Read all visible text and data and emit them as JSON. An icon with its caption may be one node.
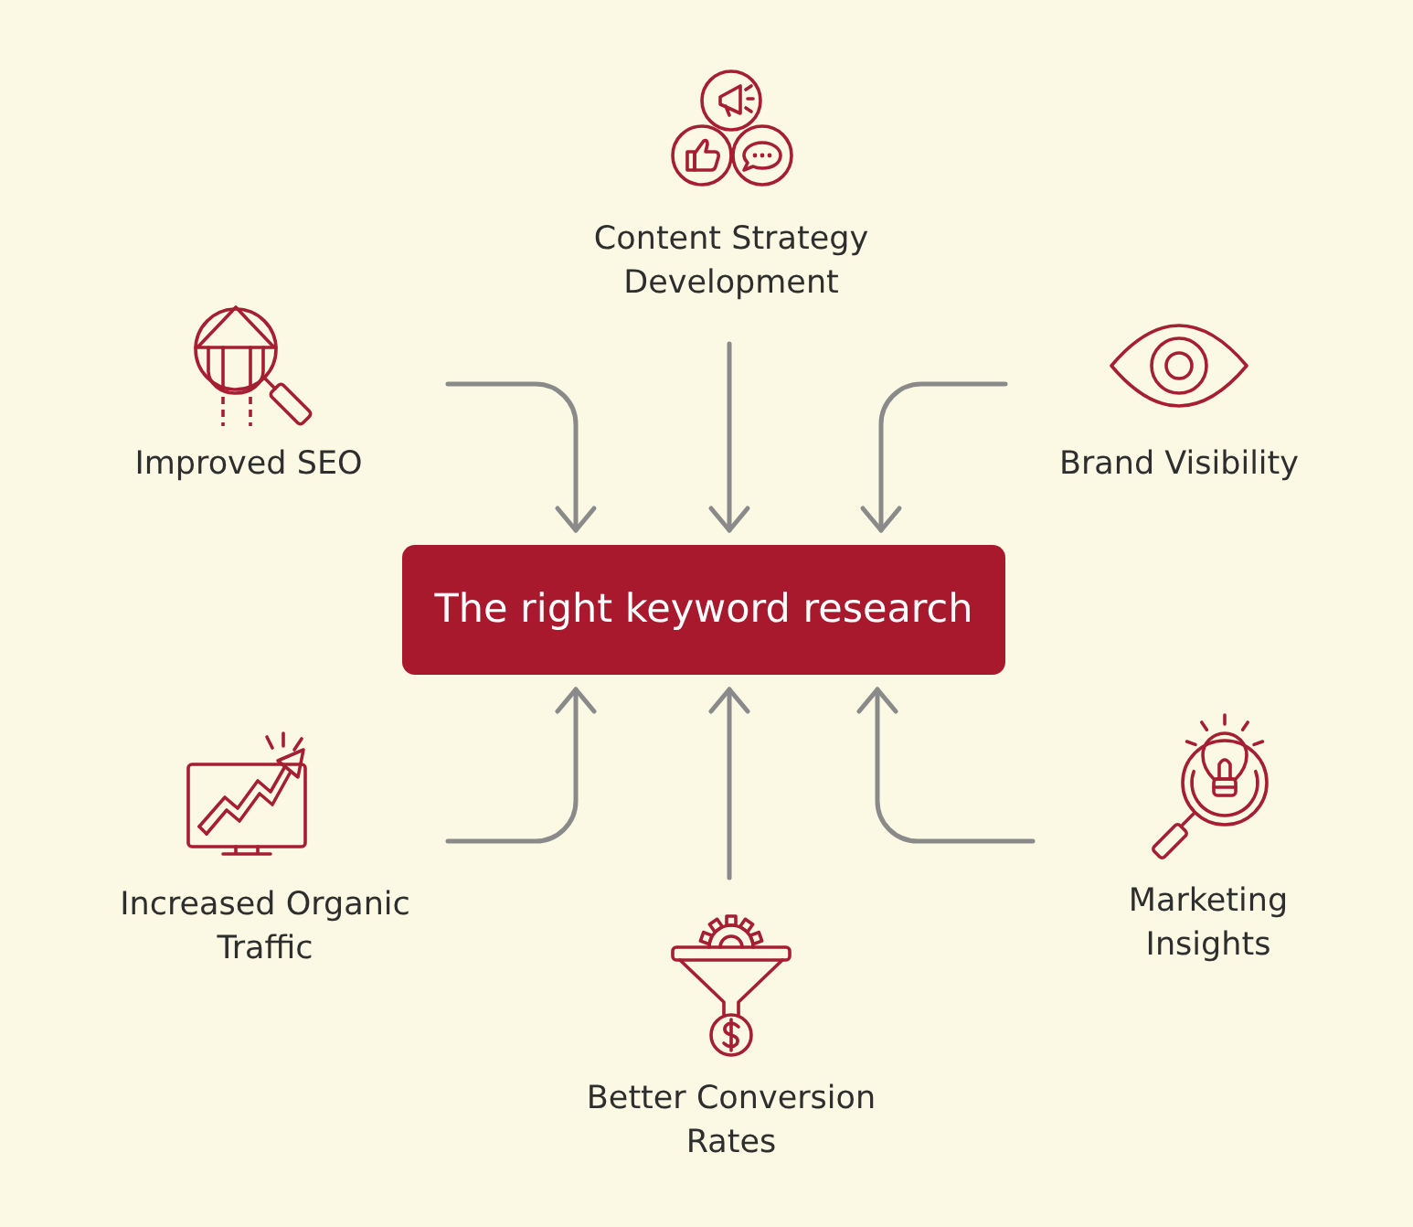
{
  "diagram": {
    "nodes": [
      {
        "text": [
          "Content Strategy Development"
        ]
      },
      {
        "text": [
          "Improved SEO"
        ]
      },
      {
        "text": [
          "Brand Visibility"
        ]
      },
      {
        "text": [
          "The right keyword research"
        ]
      },
      {
        "text": [
          "Increased Organic Traffic"
        ]
      },
      {
        "text": [
          "Marketing Insights"
        ]
      },
      {
        "text": [
          "Better Conversion Rates"
        ]
      }
    ],
    "edges": [
      {
        "from": 0,
        "to": 3,
        "arrow": "to"
      },
      {
        "from": 1,
        "to": 3,
        "arrow": "to"
      },
      {
        "from": 2,
        "to": 3,
        "arrow": "to"
      },
      {
        "from": 4,
        "to": 3,
        "arrow": "to"
      },
      {
        "from": 5,
        "to": 3,
        "arrow": "to"
      },
      {
        "from": 6,
        "to": 3,
        "arrow": "to"
      }
    ]
  }
}
